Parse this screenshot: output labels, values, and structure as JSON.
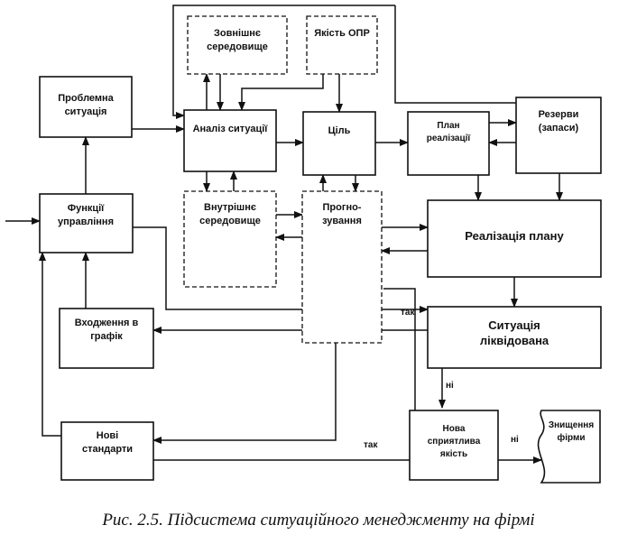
{
  "blocks": {
    "external_env": [
      "Зовнішнє",
      "середовище"
    ],
    "dm_quality": [
      "Якість ОПР"
    ],
    "problem_situation": [
      "Проблемна",
      "ситуація"
    ],
    "situation_analysis": [
      "Аналіз ситуації"
    ],
    "goal": [
      "Ціль"
    ],
    "implementation_plan": [
      "План",
      "реалізації"
    ],
    "reserves": [
      "Резерви",
      "(запаси)"
    ],
    "management_functions": [
      "Функції",
      "управління"
    ],
    "internal_env": [
      "Внутрішнє",
      "середовище"
    ],
    "forecasting": [
      "Прогно-",
      "зування"
    ],
    "plan_realization": [
      "Реалізація плану"
    ],
    "schedule_entry": [
      "Входження в",
      "графік"
    ],
    "situation_resolved": [
      "Ситуація",
      "ліквідована"
    ],
    "new_standards": [
      "Нові",
      "стандарти"
    ],
    "new_favorable_quality": [
      "Нова",
      "сприятлива",
      "якість"
    ],
    "firm_destruction": [
      "Знищення",
      "фірми"
    ]
  },
  "edge_labels": {
    "yes_1": "так",
    "yes_2": "так",
    "no_1": "ні",
    "no_2": "ні"
  },
  "caption": "Рис. 2.5. Підсистема ситуаційного менеджменту на фірмі"
}
